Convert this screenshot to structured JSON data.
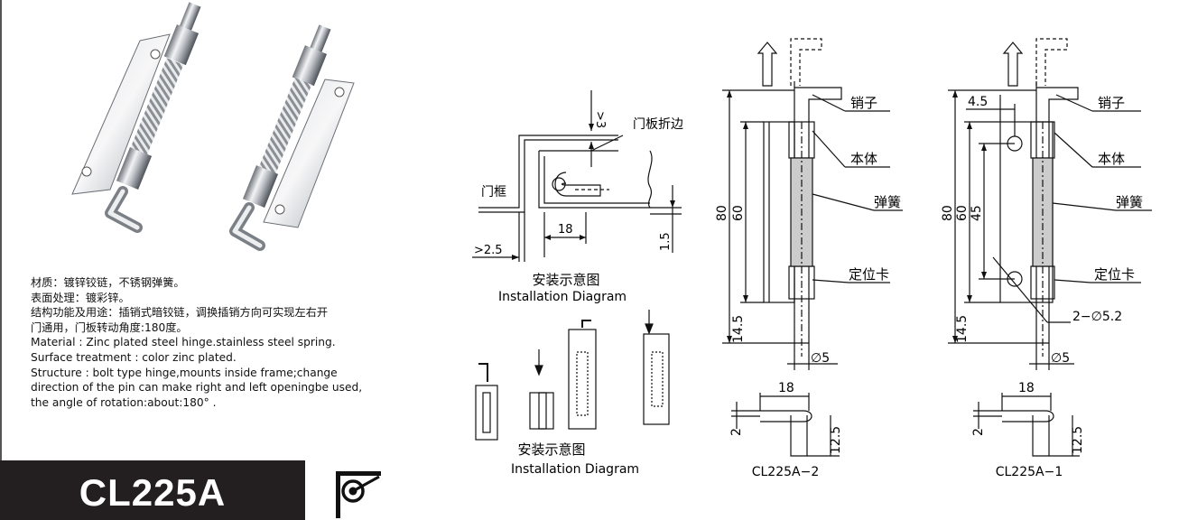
{
  "description": {
    "lines": [
      "材质：镀锌铰链，不锈钢弹簧。",
      "表面处理：镀彩锌。",
      "结构功能及用途：插销式暗铰链，调换插销方向可实现左右开",
      "门通用，门板转动角度:180度。",
      "Material : Zinc plated steel hinge.stainless steel spring.",
      "Surface treatment : color zinc plated.",
      "Structure : bolt type hinge,mounts inside frame;change",
      "direction of the pin can make right and left openingbe used,",
      "the angle of rotation:about:180°  ."
    ]
  },
  "model": "CL225A",
  "install_top": {
    "dim_gt3": ">3",
    "door_fold_label": "门板折边",
    "frame_label": "门框",
    "dim_18": "18",
    "dim_1_5": "1.5",
    "dim_gt2_5": ">2.5",
    "title_cn": "安装示意图",
    "title_en": "Installation Diagram"
  },
  "install_bottom": {
    "title_cn": "安装示意图",
    "title_en": "Installation Diagram"
  },
  "drawing_a2": {
    "dim_80": "80",
    "dim_60": "60",
    "dim_14_5": "14.5",
    "dim_d5": "∅5",
    "label_pin": "销子",
    "label_body": "本体",
    "label_spring": "弹簧",
    "label_stop": "定位卡",
    "top_dim_18": "18",
    "top_dim_2": "2",
    "top_dim_12_5": "12.5",
    "name": "CL225A−2"
  },
  "drawing_a1": {
    "dim_4_5": "4.5",
    "dim_80": "80",
    "dim_60": "60",
    "dim_45": "45",
    "dim_14_5": "14.5",
    "dim_d5": "∅5",
    "dim_holes": "2−∅5.2",
    "label_pin": "销子",
    "label_body": "本体",
    "label_spring": "弹簧",
    "label_stop": "定位卡",
    "top_dim_18": "18",
    "top_dim_2": "2",
    "top_dim_12_5": "12.5",
    "name": "CL225A−1"
  }
}
